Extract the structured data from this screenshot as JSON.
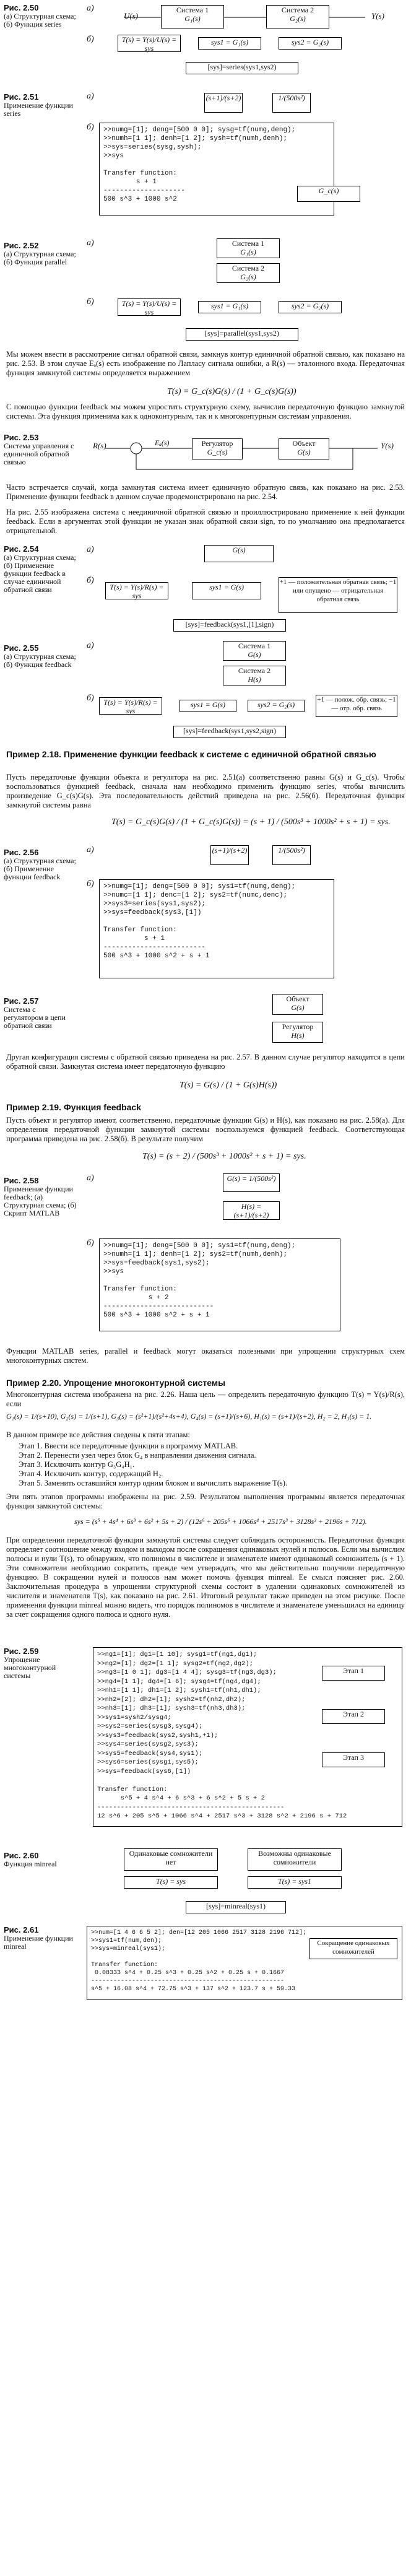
{
  "figures": {
    "f250": {
      "num": "Рис. 2.50",
      "cap": "(а) Структурная схема; (б) Функция series"
    },
    "f251": {
      "num": "Рис. 2.51",
      "cap": "Применение функции series"
    },
    "f252": {
      "num": "Рис. 2.52",
      "cap": "(а) Структурная схема; (б) Функция parallel"
    },
    "f253": {
      "num": "Рис. 2.53",
      "cap": "Система управления с единичной обратной связью"
    },
    "f254": {
      "num": "Рис. 2.54",
      "cap": "(а) Структурная схема; (б) Применение функции feedback в случае единичной обратной связи"
    },
    "f255": {
      "num": "Рис. 2.55",
      "cap": "(а) Структурная схема; (б) Функция feedback"
    },
    "f256": {
      "num": "Рис. 2.56",
      "cap": "(а) Структурная схема; (б) Применение функции feedback"
    },
    "f257": {
      "num": "Рис. 2.57",
      "cap": "Система с регулятором в цепи обратной связи"
    },
    "f258": {
      "num": "Рис. 2.58",
      "cap": "Применение функции feedback; (а) Структурная схема; (б) Скрипт MATLAB"
    },
    "f259": {
      "num": "Рис. 2.59",
      "cap": "Упрощение многоконтурной системы"
    },
    "f260": {
      "num": "Рис. 2.60",
      "cap": "Функция minreal"
    },
    "f261": {
      "num": "Рис. 2.61",
      "cap": "Применение функции minreal"
    }
  },
  "labels": {
    "a": "а)",
    "b": "б)",
    "sys1": "Система 1",
    "sys2": "Система 2",
    "g1s": "G₁(s)",
    "g2s": "G₂(s)",
    "gs": "G(s)",
    "hs": "H(s)",
    "us": "U(s)",
    "ys": "Y(s)",
    "rs": "R(s)",
    "ea": "Eₐ(s)",
    "reg": "Регулятор",
    "obj": "Объект",
    "gcs": "G_c(s)",
    "t_series": "T(s) = Y(s)/U(s) = sys",
    "t_parallel": "T(s) = Y(s)/U(s) = sys",
    "t_fb": "T(s) = Y(s)/R(s) = sys",
    "sys1_gs": "sys1 = G₁(s)",
    "sys2_gs": "sys2 = G₂(s)",
    "sys_series": "[sys]=series(sys1,sys2)",
    "sys_parallel": "[sys]=parallel(sys1,sys2)",
    "sys_fb1": "[sys]=feedback(sys1,[1],sign)",
    "sys_fb2": "[sys]=feedback(sys1,sys2,sign)",
    "sign1": "+1 — положительная обратная связь; −1 или опущено — отрицательная обратная связь",
    "sign2": "+1 — полож. обр. связь; −1 — отр. обр. связь",
    "g_fb": "G(s)",
    "g_fb_sys": "sys1 = G(s)",
    "reg_fb": "Регулятор",
    "h_fb": "H(s)",
    "one_over": "1/(500s²)",
    "spm": "(s+1)/(s+2)",
    "bigG": "G(s) = 1/(500s²)",
    "bigH": "H(s) = (s+1)/(s+2)",
    "et1": "Этап 1",
    "et2": "Этап 2",
    "et3": "Этап 3",
    "sys_minreal": "[sys]=minreal(sys1)",
    "mr_in": "Одинаковые сомножители нет",
    "mr_out": "Возможны одинаковые сомножители",
    "mr_sys1": "T(s) = sys1",
    "mr_sys": "T(s) = sys",
    "reduce": "Сокращение одинаковых сомножителей"
  },
  "code": {
    "c251": ">>numg=[1]; deng=[500 0 0]; sysg=tf(numg,deng);\n>>numh=[1 1]; denh=[1 2]; sysh=tf(numh,denh);\n>>sys=series(sysg,sysh);\n>>sys\n\nTransfer function:\n        s + 1\n--------------------\n500 s^3 + 1000 s^2",
    "c256": ">>numg=[1]; deng=[500 0 0]; sys1=tf(numg,deng);\n>>numc=[1 1]; denc=[1 2]; sys2=tf(numc,denc);\n>>sys3=series(sys1,sys2);\n>>sys=feedback(sys3,[1])\n\nTransfer function:\n          s + 1\n-------------------------\n500 s^3 + 1000 s^2 + s + 1",
    "c258": ">>numg=[1]; deng=[500 0 0]; sys1=tf(numg,deng);\n>>numh=[1 1]; denh=[1 2]; sys2=tf(numh,denh);\n>>sys=feedback(sys1,sys2);\n>>sys\n\nTransfer function:\n           s + 2\n---------------------------\n500 s^3 + 1000 s^2 + s + 1",
    "c259": ">>ng1=[1]; dg1=[1 10]; sysg1=tf(ng1,dg1);\n>>ng2=[1]; dg2=[1 1]; sysg2=tf(ng2,dg2);\n>>ng3=[1 0 1]; dg3=[1 4 4]; sysg3=tf(ng3,dg3);\n>>ng4=[1 1]; dg4=[1 6]; sysg4=tf(ng4,dg4);\n>>nh1=[1 1]; dh1=[1 2]; sysh1=tf(nh1,dh1);\n>>nh2=[2]; dh2=[1]; sysh2=tf(nh2,dh2);\n>>nh3=[1]; dh3=[1]; sysh3=tf(nh3,dh3);\n>>sys1=sysh2/sysg4;\n>>sys2=series(sysg3,sysg4);\n>>sys3=feedback(sys2,sysh1,+1);\n>>sys4=series(sysg2,sys3);\n>>sys5=feedback(sys4,sys1);\n>>sys6=series(sysg1,sys5);\n>>sys=feedback(sys6,[1])\n\nTransfer function:\n      s^5 + 4 s^4 + 6 s^3 + 6 s^2 + 5 s + 2\n------------------------------------------------\n12 s^6 + 205 s^5 + 1066 s^4 + 2517 s^3 + 3128 s^2 + 2196 s + 712",
    "c261": ">>num=[1 4 6 6 5 2]; den=[12 205 1066 2517 3128 2196 712];\n>>sys1=tf(num,den);\n>>sys=minreal(sys1);\n\nTransfer function:\n 0.08333 s^4 + 0.25 s^3 + 0.25 s^2 + 0.25 s + 0.1667\n----------------------------------------------------\ns^5 + 16.08 s^4 + 72.75 s^3 + 137 s^2 + 123.7 s + 59.33"
  },
  "text": {
    "p1": "Мы можем ввести в рассмотрение сигнал обратной связи, замкнув контур единичной обратной связью, как показано на рис. 2.53. В этом случае Eₐ(s) есть изображение по Лапласу сигнала ошибки, а R(s) — эталонного входа. Передаточная функция замкнутой системы определяется выражением",
    "f1": "T(s) = G_c(s)G(s) / (1 + G_c(s)G(s))",
    "p2": "С помощью функции feedback мы можем упростить структурную схему, вычислив передаточную функцию замкнутой системы. Эта функция применима как к одноконтурным, так и к многоконтурным системам управления.",
    "p3": "Часто встречается случай, когда замкнутая система имеет единичную обратную связь, как показано на рис. 2.53. Применение функции feedback в данном случае продемонстрировано на рис. 2.54.",
    "p4": "На рис. 2.55 изображена система с неединичной обратной связью и проиллюстрировано применение к ней функции feedback. Если в аргументах этой функции не указан знак обратной связи sign, то по умолчанию она предполагается отрицательной.",
    "ex218": "Пример 2.18. Применение функции feedback к системе с единичной обратной связью",
    "p5": "Пусть передаточные функции объекта и регулятора на рис. 2.51(а) соответственно равны G(s) и G_c(s). Чтобы воспользоваться функцией feedback, сначала нам необходимо применить функцию series, чтобы вычислить произведение G_c(s)G(s). Эта последовательность действий приведена на рис. 2.56(б). Передаточная функция замкнутой системы равна",
    "f2": "T(s) = G_c(s)G(s) / (1 + G_c(s)G(s)) = (s + 1) / (500s³ + 1000s² + s + 1) = sys.",
    "p6": "Другая конфигурация системы с обратной связью приведена на рис. 2.57. В данном случае регулятор находится в цепи обратной связи. Замкнутая система имеет передаточную функцию",
    "f3": "T(s) = G(s) / (1 + G(s)H(s))",
    "ex219": "Пример 2.19. Функция feedback",
    "p7": "Пусть объект и регулятор имеют, соответственно, передаточные функции G(s) и H(s), как показано на рис. 2.58(а). Для определения передаточной функции замкнутой системы воспользуемся функцией feedback. Соответствующая программа приведена на рис. 2.58(б). В результате получим",
    "f4": "T(s) = (s + 2) / (500s³ + 1000s² + s + 1) = sys.",
    "p8": "Функции MATLAB series, parallel и feedback могут оказаться полезными при упрощении структурных схем многоконтурных систем.",
    "ex220": "Пример 2.20. Упрощение многоконтурной системы",
    "p9": "Многоконтурная система изображена на рис. 2.26. Наша цель — определить передаточную функцию T(s) = Y(s)/R(s), если",
    "f5": "G₁(s) = 1/(s+10),  G₂(s) = 1/(s+1),  G₃(s) = (s²+1)/(s²+4s+4),  G₄(s) = (s+1)/(s+6),  H₁(s) = (s+1)/(s+2),  H₂ = 2,  H₃(s) = 1.",
    "p10": "В данном примере все действия сведены к пяти этапам:",
    "steps": [
      "Этап 1. Ввести все передаточные функции в программу MATLAB.",
      "Этап 2. Перенести узел через блок G₄ в направлении движения сигнала.",
      "Этап 3. Исключить контур G₃G₄H₁.",
      "Этап 4. Исключить контур, содержащий H₂.",
      "Этап 5. Заменить оставшийся контур одним блоком и вычислить выражение T(s)."
    ],
    "p11": "Эти пять этапов программы изображены на рис. 2.59. Результатом выполнения программы является передаточная функция замкнутой системы:",
    "f6": "sys = (s⁵ + 4s⁴ + 6s³ + 6s² + 5s + 2) / (12s⁶ + 205s⁵ + 1066s⁴ + 2517s³ + 3128s² + 2196s + 712).",
    "p12": "При определении передаточной функции замкнутой системы следует соблюдать осторожность. Передаточная функция определяет соотношение между входом и выходом после сокращения одинаковых нулей и полюсов. Если мы вычислим полюсы и нули T(s), то обнаружим, что полиномы в числителе и знаменателе имеют одинаковый сомножитель (s + 1). Эти сомножители необходимо сократить, прежде чем утверждать, что мы действительно получили передаточную функцию. В сокращении нулей и полюсов нам может помочь функция minreal. Ее смысл поясняет рис. 2.60. Заключительная процедура в упрощении структурной схемы состоит в удалении одинаковых сомножителей из числителя и знаменателя T(s), как показано на рис. 2.61. Итоговый результат также приведен на этом рисунке. После применения функции minreal можно видеть, что порядок полиномов в числителе и знаменателе уменьшился на единицу за счет сокращения одного полюса и одного нуля."
  }
}
